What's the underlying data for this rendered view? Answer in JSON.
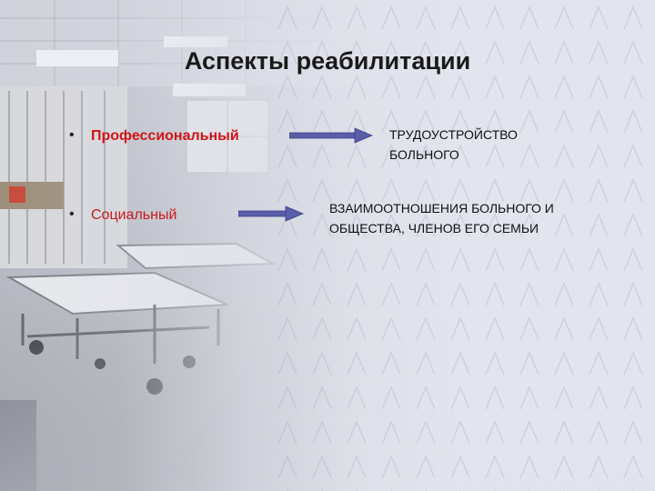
{
  "slide": {
    "title": "Аспекты реабилитации",
    "items": [
      {
        "label": "Профессиональный",
        "result": "ТРУДОУСТРОЙСТВО БОЛЬНОГО"
      },
      {
        "label": "Социальный",
        "result": "ВЗАИМООТНОШЕНИЯ БОЛЬНОГО И ОБЩЕСТВА, ЧЛЕНОВ ЕГО СЕМЬИ"
      }
    ],
    "bullet_glyph": "•"
  },
  "colors": {
    "item_label": "#d01515",
    "arrow_fill": "#5a5ea8",
    "text": "#111111"
  }
}
